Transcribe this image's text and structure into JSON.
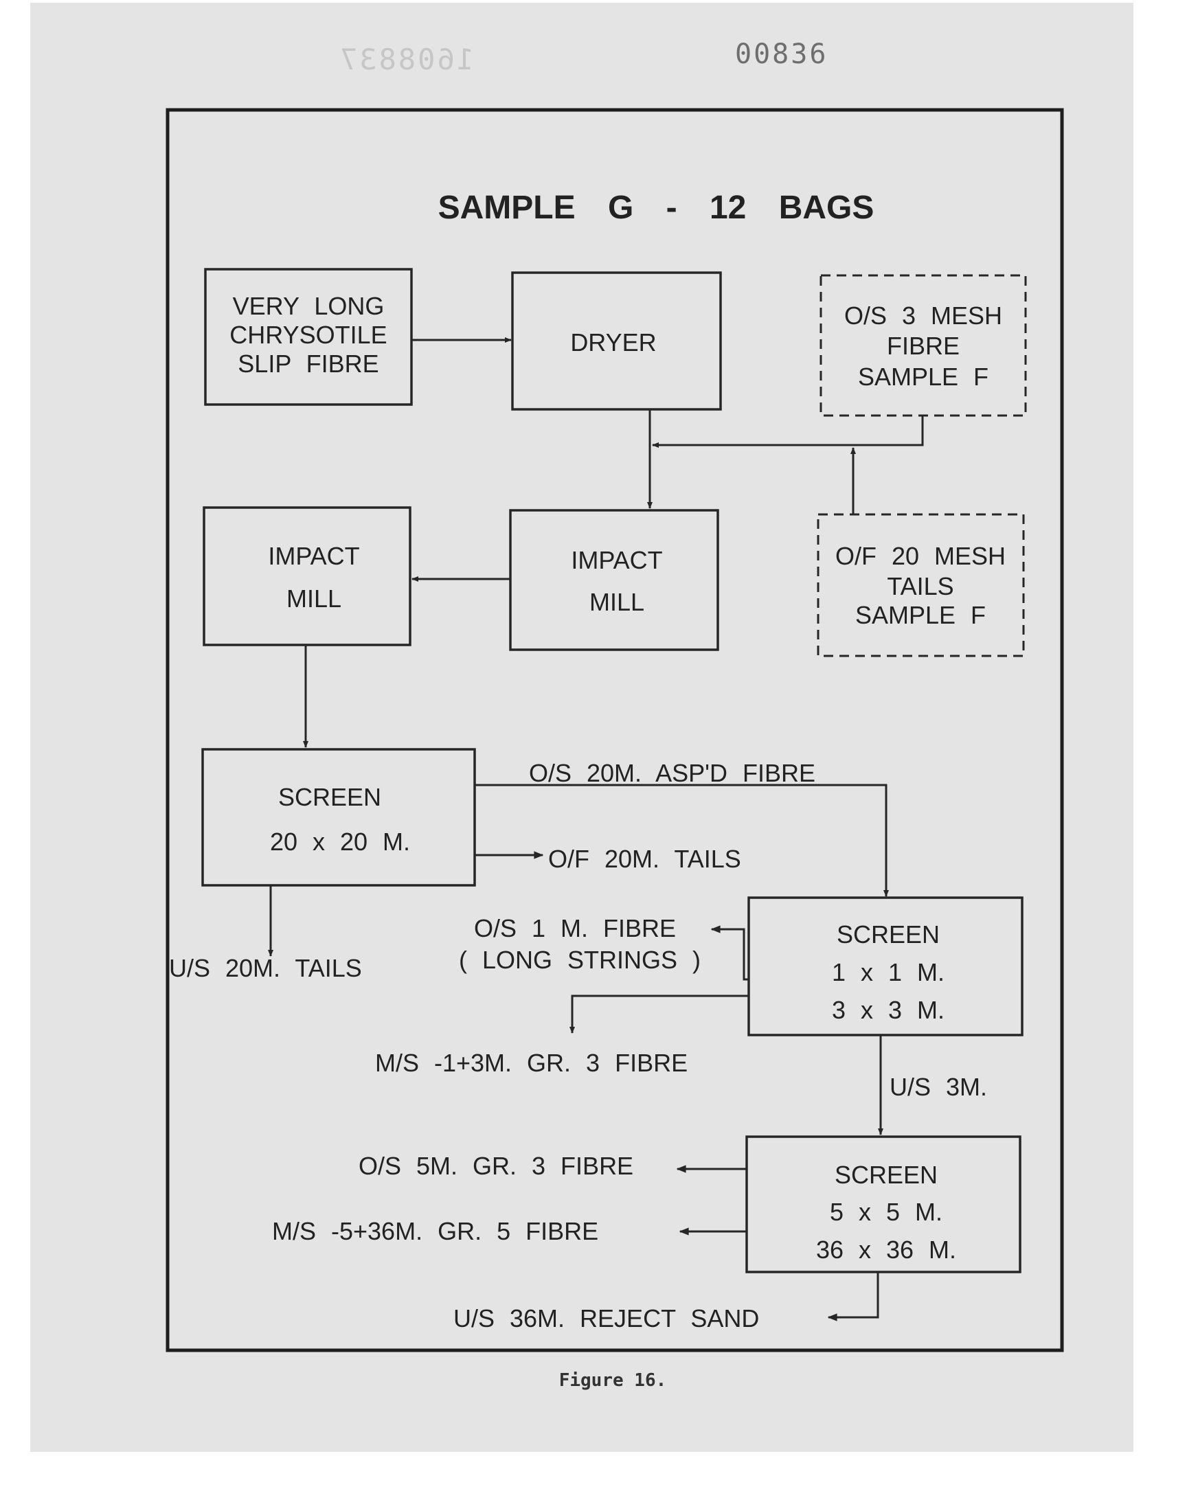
{
  "document_number": "00836",
  "ghost_number": "1608837",
  "title": "SAMPLE G - 12 BAGS",
  "boxes": {
    "feed": [
      "VERY LONG",
      "CHRYSOTILE",
      "SLIP FIBRE"
    ],
    "dryer": [
      "DRYER"
    ],
    "oversize_3_mesh": [
      "O/S 3 MESH",
      "FIBRE",
      "SAMPLE F"
    ],
    "impact_mill_right": [
      "IMPACT",
      "MILL"
    ],
    "impact_mill_left": [
      "IMPACT",
      "MILL"
    ],
    "overflow_20_mesh": [
      "O/F 20 MESH",
      "TAILS",
      "SAMPLE F"
    ],
    "screen_20": [
      "SCREEN",
      "20 x 20 M."
    ],
    "screen_1_3": [
      "SCREEN",
      "1 x 1 M.",
      "3 x 3 M."
    ],
    "screen_5_36": [
      "SCREEN",
      "5 x 5 M.",
      "36 x 36 M."
    ]
  },
  "streams": {
    "os_20m": "O/S 20M. ASP'D FIBRE",
    "of_20m": "O/F 20M. TAILS",
    "us_20m": "U/S 20M. TAILS",
    "os_1m": "O/S 1 M. FIBRE",
    "long_strings": "( LONG STRINGS )",
    "ms_1_3m": "M/S -1+3M. GR. 3 FIBRE",
    "us_3m": "U/S 3M.",
    "os_5m": "O/S 5M. GR. 3 FIBRE",
    "ms_5_36m": "M/S -5+36M. GR. 5 FIBRE",
    "us_36m": "U/S 36M. REJECT SAND"
  },
  "caption": "Figure 16."
}
